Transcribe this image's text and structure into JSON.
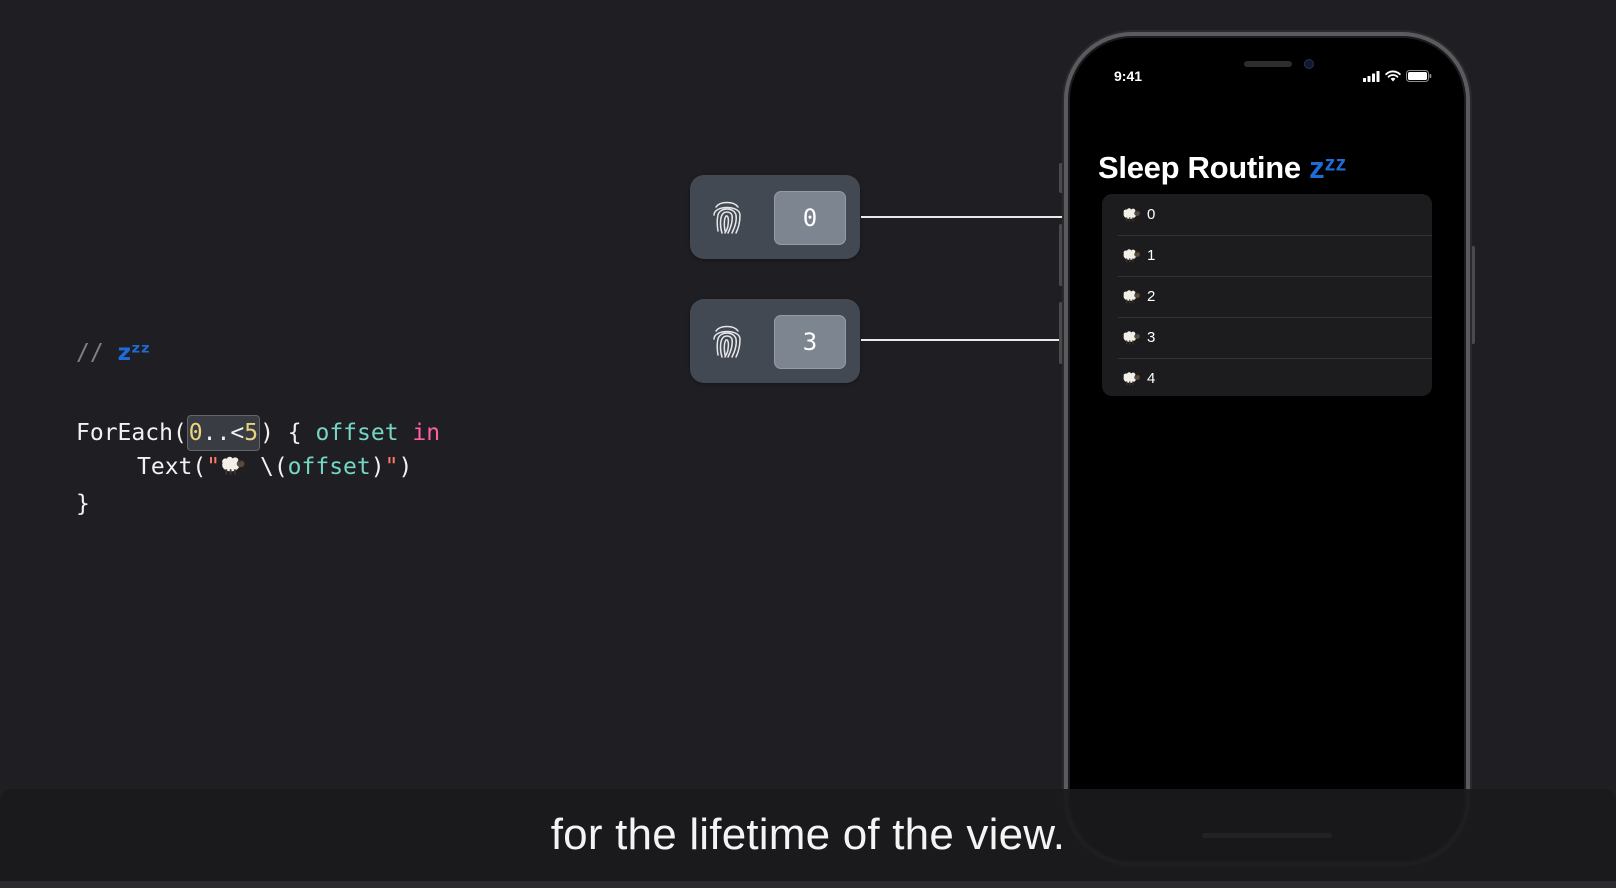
{
  "code": {
    "comment_slashes": "//",
    "comment_zz": "zᶻᶻ",
    "foreach_fn": "ForEach",
    "open_paren": "(",
    "range_start": "0",
    "range_op": "..<",
    "range_end": "5",
    "close_brace_open": ") {",
    "closure_param": "offset",
    "keyword_in": "in",
    "text_fn": "Text",
    "text_open": "(",
    "quote_open": "\"",
    "sheep_emoji": "🐑",
    "interp_open": "\\(",
    "interp_var": "offset",
    "interp_close": ")",
    "quote_close": "\"",
    "text_close": ")",
    "closing_brace": "}"
  },
  "identity_cards": [
    {
      "icon": "fingerprint-icon",
      "value": "0"
    },
    {
      "icon": "fingerprint-icon",
      "value": "3"
    }
  ],
  "phone": {
    "status_time": "9:41",
    "status_icons": [
      "cellular-signal-icon",
      "wifi-icon",
      "battery-icon"
    ],
    "title": "Sleep Routine",
    "title_emoji": "zᶻᶻ",
    "list_items": [
      {
        "emoji": "🐑",
        "label": "0"
      },
      {
        "emoji": "🐑",
        "label": "1"
      },
      {
        "emoji": "🐑",
        "label": "2"
      },
      {
        "emoji": "🐑",
        "label": "3"
      },
      {
        "emoji": "🐑",
        "label": "4"
      }
    ]
  },
  "caption": "for the lifetime of the view.",
  "colors": {
    "background": "#1f1f23",
    "code_identifier": "#75d6c3",
    "code_keyword": "#ff5ea6",
    "code_number": "#e9d47e",
    "code_string": "#ff7a6b",
    "sleep_blue": "#1f6bd8",
    "card_bg": "#434953",
    "card_value_bg": "#7d8590",
    "phone_list_bg": "#1c1c1e"
  }
}
